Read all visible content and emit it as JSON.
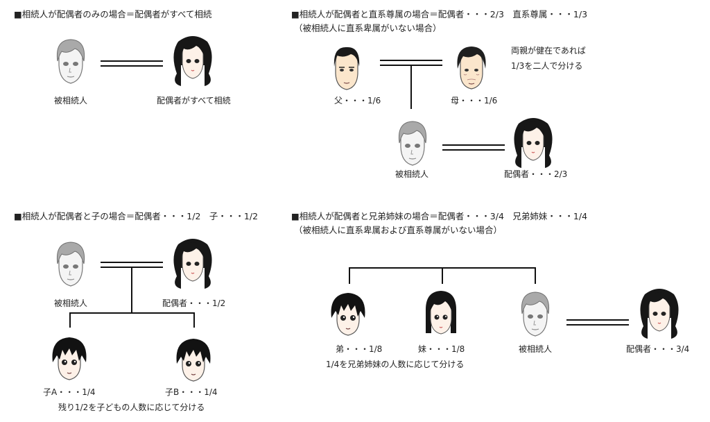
{
  "sections": [
    {
      "title": "■相続人が配偶者のみの場合＝配偶者がすべて相続",
      "labels": {
        "deceased": "被相続人",
        "spouse": "配偶者がすべて相続"
      }
    },
    {
      "title": "■相続人が配偶者と直系尊属の場合＝配偶者・・・2/3　直系尊属・・・1/3",
      "subtitle": "（被相続人に直系卑属がいない場合）",
      "note_line1": "両親が健在であれば",
      "note_line2": "1/3を二人で分ける",
      "labels": {
        "father": "父・・・1/6",
        "mother": "母・・・1/6",
        "deceased": "被相続人",
        "spouse": "配偶者・・・2/3"
      }
    },
    {
      "title": "■相続人が配偶者と子の場合＝配偶者・・・1/2　子・・・1/2",
      "note": "残り1/2を子どもの人数に応じて分ける",
      "labels": {
        "deceased": "被相続人",
        "spouse": "配偶者・・・1/2",
        "child_a": "子A・・・1/4",
        "child_b": "子B・・・1/4"
      }
    },
    {
      "title": "■相続人が配偶者と兄弟姉妹の場合＝配偶者・・・3/4　兄弟姉妹・・・1/4",
      "subtitle": "（被相続人に直系卑属および直系尊属がいない場合）",
      "note": "1/4を兄弟姉妹の人数に応じて分ける",
      "labels": {
        "brother": "弟・・・1/8",
        "sister": "妹・・・1/8",
        "deceased": "被相続人",
        "spouse": "配偶者・・・3/4"
      }
    }
  ]
}
